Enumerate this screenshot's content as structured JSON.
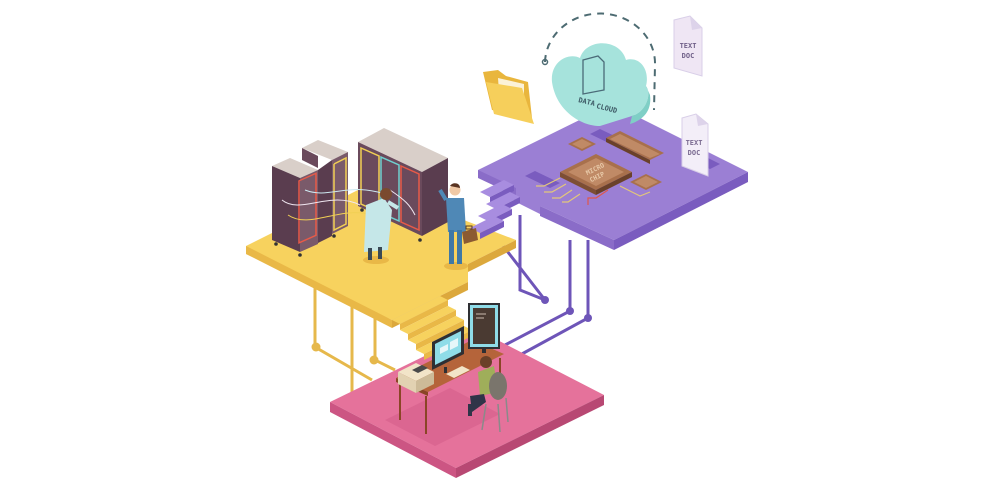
{
  "illustration": {
    "title": "Isometric data center infrastructure",
    "colors": {
      "background": "#ffffff",
      "yellow_platform": "#f7d25e",
      "yellow_side": "#e9b847",
      "purple_platform": "#9b7fd4",
      "purple_side": "#7a5cbf",
      "pink_platform": "#e5729b",
      "pink_side": "#cc5583",
      "cloud": "#a6e3dc",
      "cloud_side": "#7fcfc6",
      "folder": "#f6cf5b",
      "chip": "#a8704c",
      "wire_purple": "#6e55b8",
      "wire_yellow": "#e6b84b"
    },
    "labels": {
      "cloud_line1": "DATA",
      "cloud_line2": "CLOUD",
      "doc_top_line1": "TEXT",
      "doc_top_line2": "DOC",
      "doc_right_line1": "TEXT",
      "doc_right_line2": "DOC",
      "chip_line1": "MICRO",
      "chip_line2": "CHIP"
    },
    "zones": [
      {
        "name": "server-room",
        "color": "yellow",
        "items": [
          "server-rack",
          "server-rack",
          "server-cabinet",
          "technician",
          "engineer-with-briefcase"
        ]
      },
      {
        "name": "hardware-board",
        "color": "purple",
        "items": [
          "micro-chip",
          "small-chips",
          "memory-module",
          "text-doc"
        ]
      },
      {
        "name": "workstation",
        "color": "pink",
        "items": [
          "desk",
          "monitor",
          "monitor",
          "printer",
          "keyboard",
          "operator",
          "chair"
        ]
      }
    ]
  }
}
